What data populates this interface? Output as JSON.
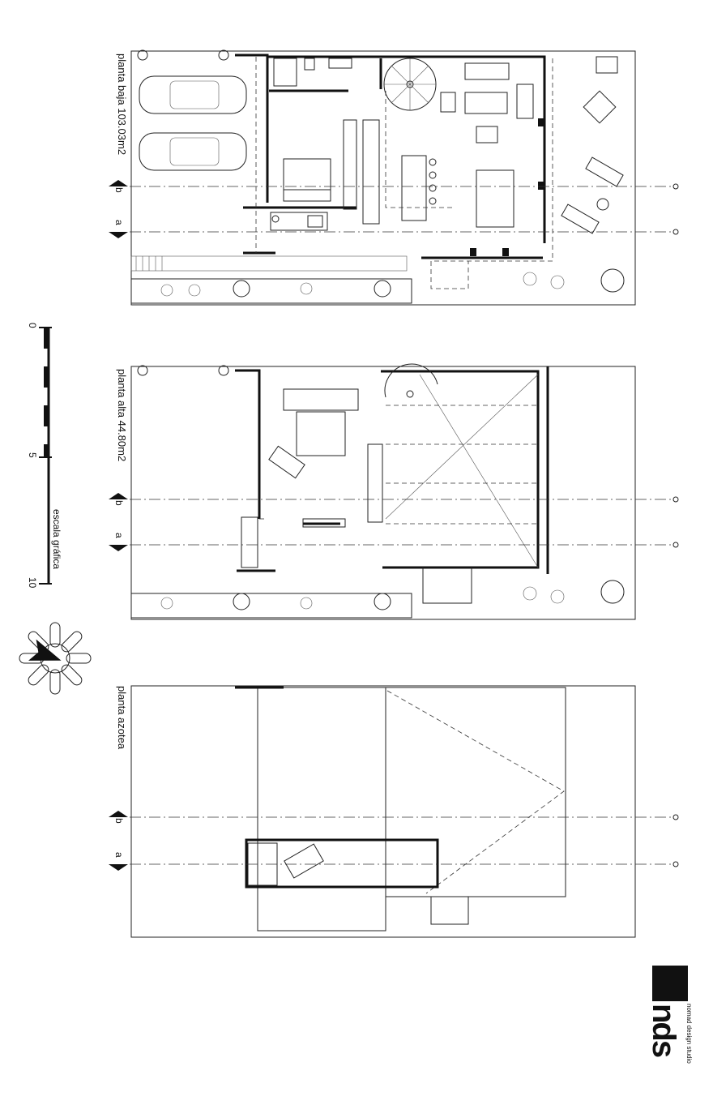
{
  "plans": [
    {
      "label": "planta baja 103.03m2"
    },
    {
      "label": "planta alta 44.80m2"
    },
    {
      "label": "planta azotea"
    }
  ],
  "section_marks": {
    "a": "a",
    "b": "b"
  },
  "scale": {
    "title": "escala gráfica",
    "ticks": [
      "0",
      "5",
      "10"
    ]
  },
  "logo": {
    "letters": "nds",
    "tagline": "nomad design studio"
  }
}
